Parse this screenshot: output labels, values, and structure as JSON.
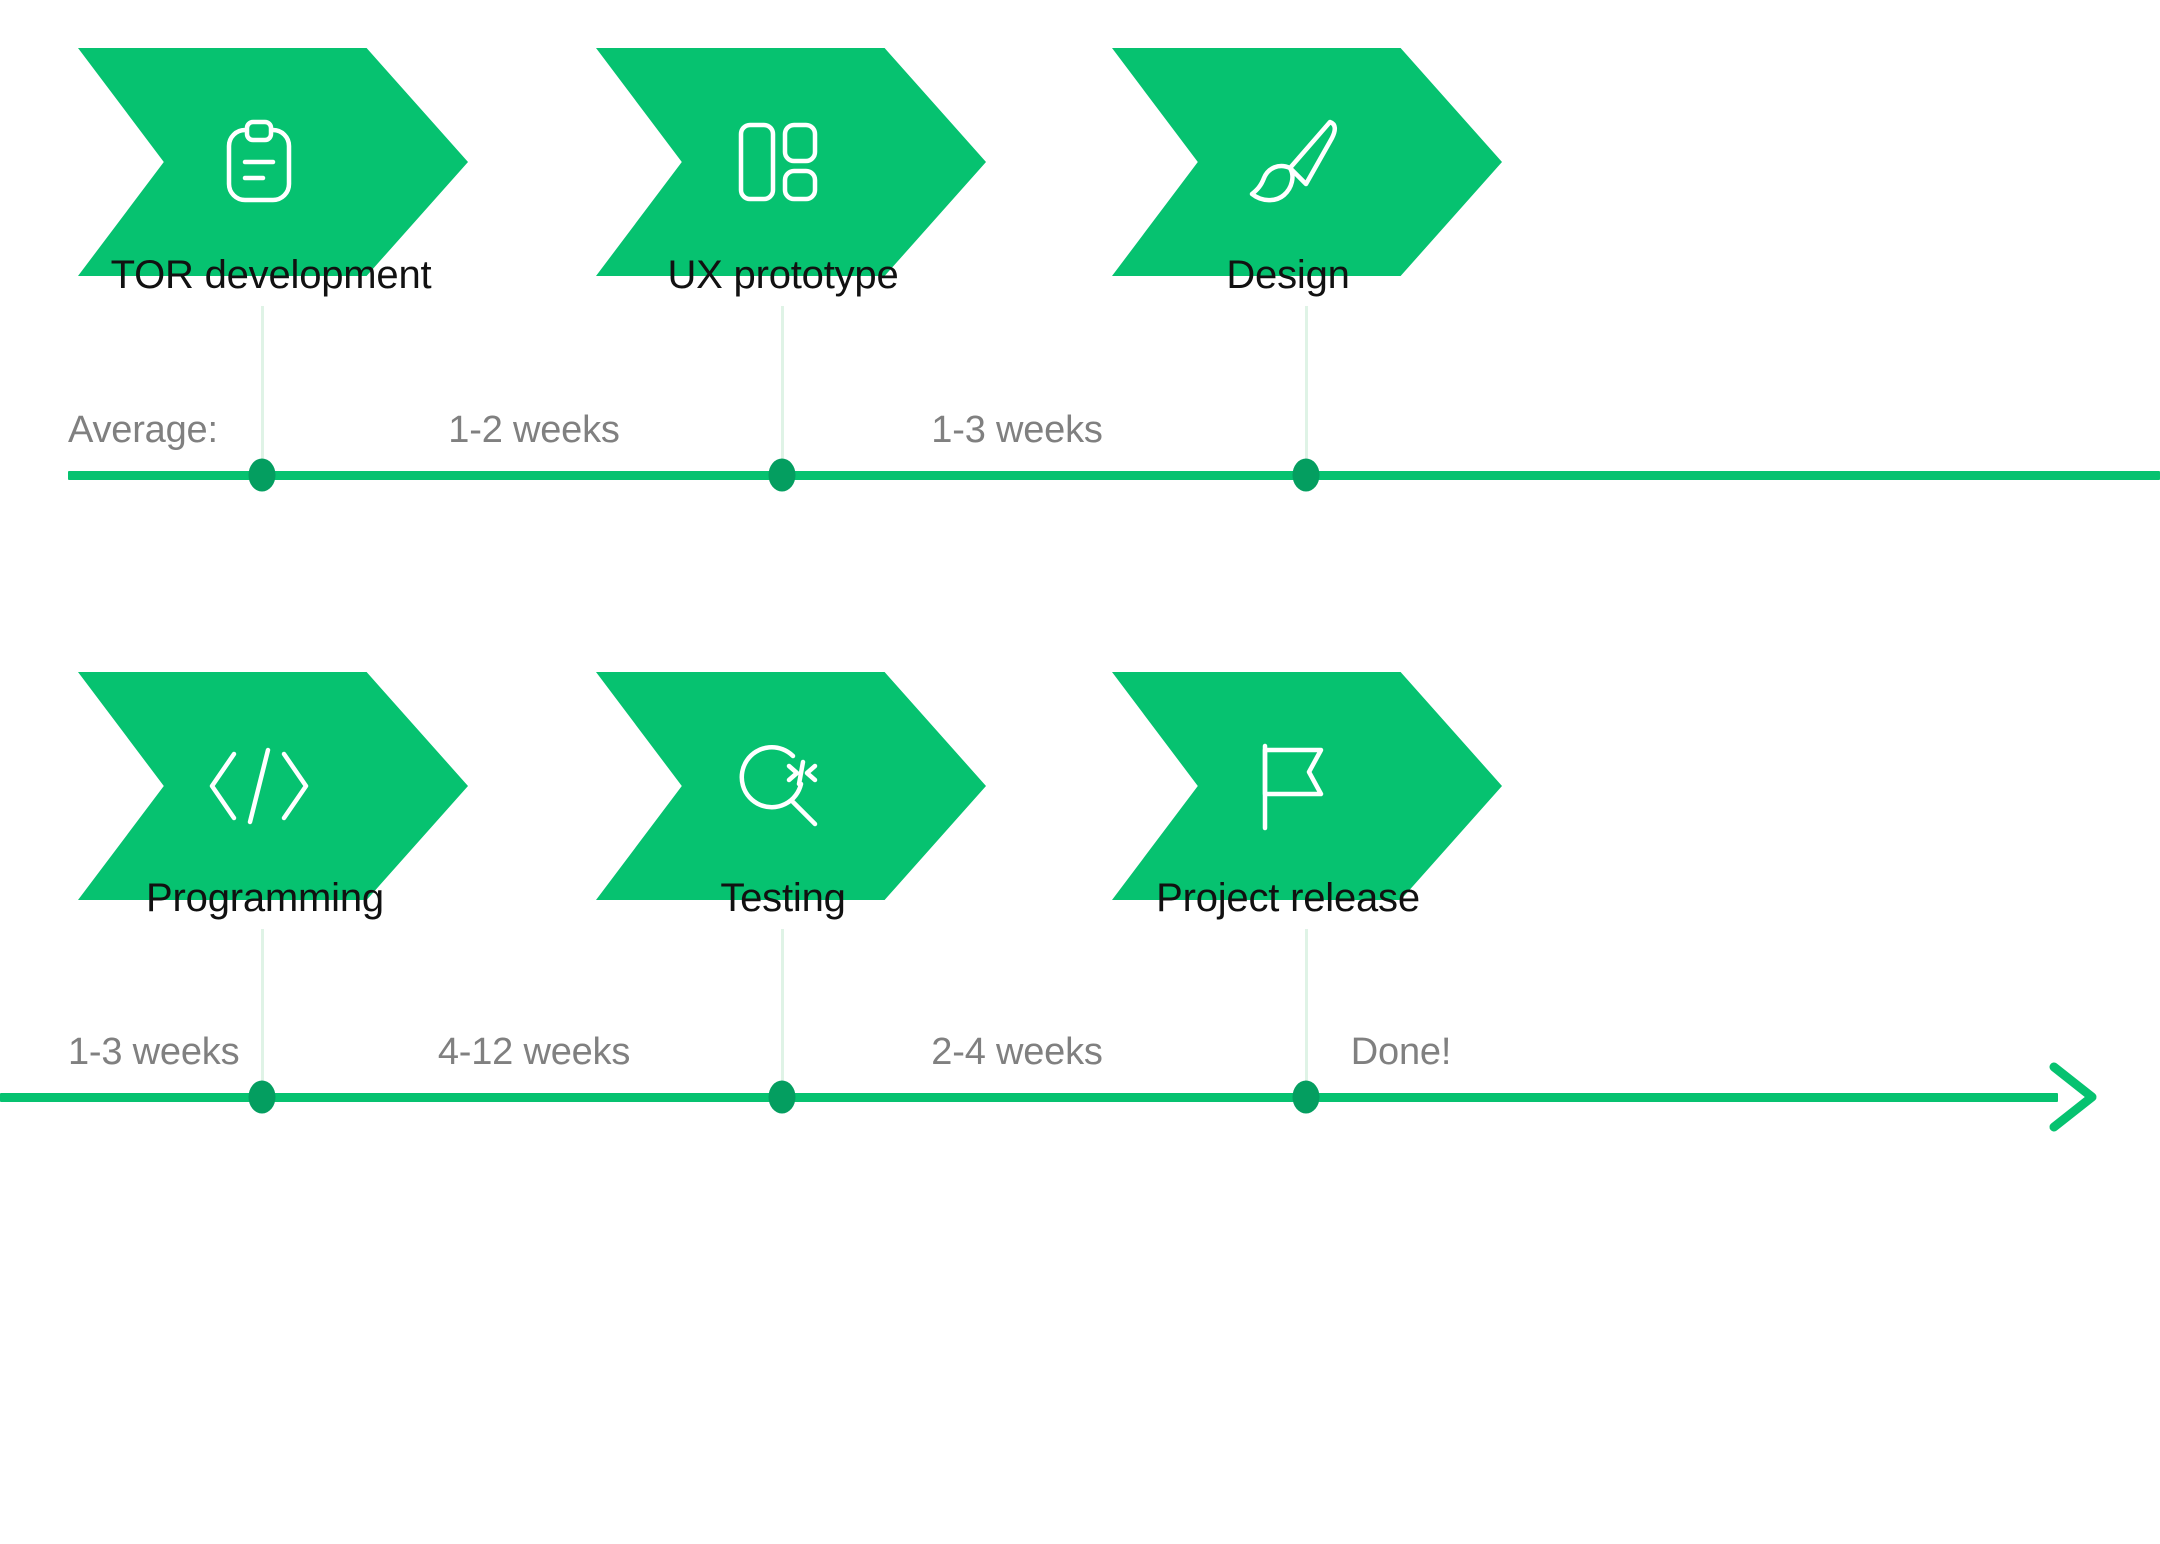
{
  "theme": {
    "background": "#ffffff",
    "accent_green": "#06c270",
    "node_green": "#049e60",
    "tick_green": "#dff3e6",
    "label_color": "#111111",
    "duration_color": "#808080"
  },
  "diagram": {
    "title_hidden": "",
    "rows": [
      {
        "row_id": "row-1",
        "stages": [
          {
            "label": "TOR development",
            "icon": "clipboard-icon"
          },
          {
            "label": "UX prototype",
            "icon": "layout-blocks-icon"
          },
          {
            "label": "Design",
            "icon": "paintbrush-icon"
          }
        ],
        "timeline": {
          "lead_label": "Average:",
          "durations": [
            "1-2 weeks",
            "1-3 weeks"
          ],
          "has_arrow_head": false
        }
      },
      {
        "row_id": "row-2",
        "stages": [
          {
            "label": "Programming",
            "icon": "code-brackets-icon"
          },
          {
            "label": "Testing",
            "icon": "magnifier-code-icon"
          },
          {
            "label": "Project release",
            "icon": "flag-icon"
          }
        ],
        "timeline": {
          "lead_label": "1-3 weeks",
          "durations": [
            "4-12 weeks",
            "2-4 weeks"
          ],
          "end_label": "Done!",
          "has_arrow_head": true
        }
      }
    ]
  }
}
